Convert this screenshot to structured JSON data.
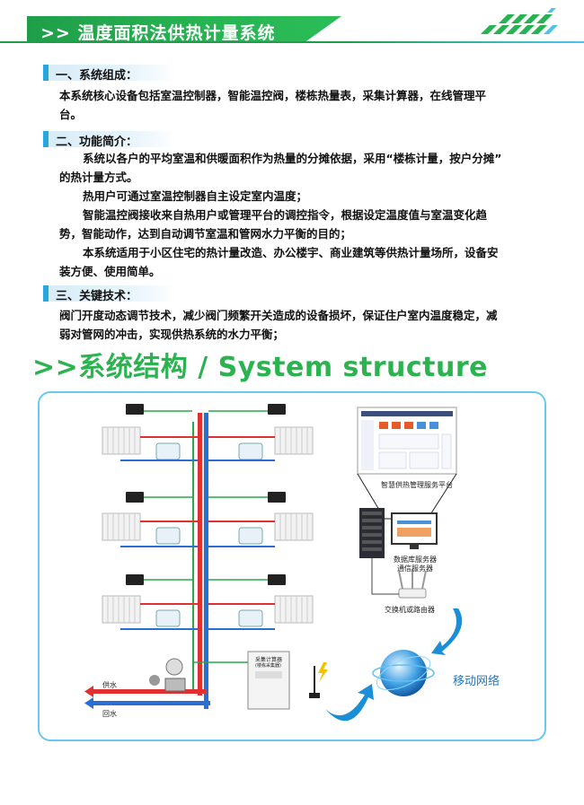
{
  "header": {
    "title": ">> 温度面积法供热计量系统"
  },
  "sections": [
    {
      "title": "一、系统组成：",
      "paragraphs": [
        "本系统核心设备包括室温控制器，智能温控阀，楼栋热量表，采集计算器，在线管理平",
        "台。"
      ]
    },
    {
      "title": "二、功能简介：",
      "paragraphs": [
        "系统以各户的平均室温和供暖面积作为热量的分摊依据，采用“楼栋计量，按户分摊”",
        "的热计量方式。",
        "热用户可通过室温控制器自主设定室内温度；",
        "智能温控阀接收来自热用户或管理平台的调控指令，根据设定温度值与室温变化趋",
        "势，智能动作，达到自动调节室温和管网水力平衡的目的；",
        "本系统适用于小区住宅的热计量改造、办公楼宇、商业建筑等供热计量场所，设备安",
        "装方便、使用简单。"
      ]
    },
    {
      "title": "三、关键技术：",
      "paragraphs": [
        "阀门开度动态调节技术，减少阀门频繁开关造成的设备损坏，保证住户室内温度稳定，减",
        "弱对管网的冲击，实现供热系统的水力平衡；"
      ]
    }
  ],
  "structure_title": ">>系统结构 / System structure",
  "diagram": {
    "platform_label": "智慧供热管理服务平台",
    "db_label_1": "数据库服务器",
    "db_label_2": "通信服务器",
    "router_label": "交换机或路由器",
    "mobile_label": "移动网络",
    "supply_label": "供水",
    "return_label": "回水",
    "cabinet_label_1": "采集计算器",
    "cabinet_label_2": "(楼栋采集器)"
  },
  "colors": {
    "green": "#2ab34f",
    "blue": "#27a7e0",
    "supply": "#e03030",
    "return": "#2a6fd6"
  }
}
